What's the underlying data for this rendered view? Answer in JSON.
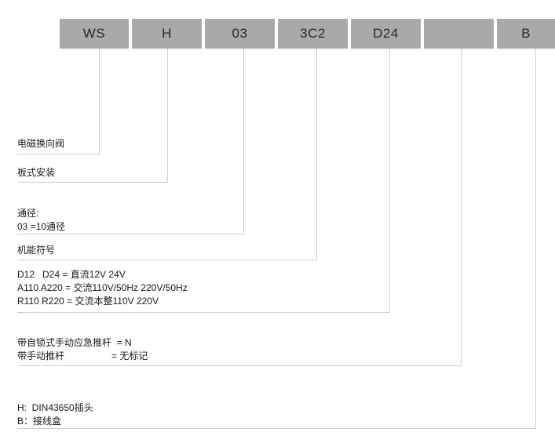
{
  "codes": [
    "WS",
    "H",
    "03",
    "3C2",
    "D24",
    "",
    "B"
  ],
  "descriptions": {
    "type": "电磁换向阀",
    "mounting": "板式安装",
    "size_title": "通径:",
    "size_value": "03 =10通径",
    "function": "机能符号",
    "voltage": [
      "D12   D24 = 直流12V 24V",
      "A110 A220 = 交流110V/50Hz 220V/50Hz",
      "R110 R220 = 交流本整110V 220V"
    ],
    "manual_override": [
      "带自锁式手动应急推杆  = N",
      "带手动推杆                  = 无标记"
    ],
    "connector": [
      "H:  DIN43650插头",
      "B：接线盒"
    ]
  }
}
